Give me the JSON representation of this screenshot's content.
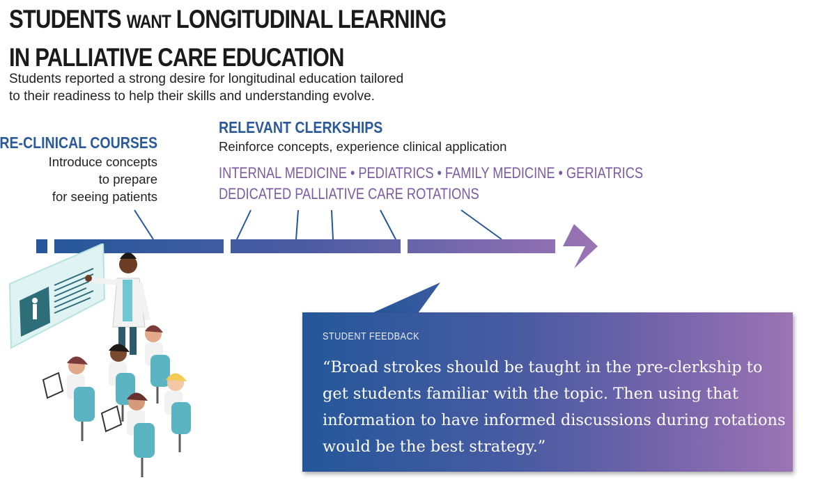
{
  "title": {
    "part1": "STUDENTS",
    "part2": "WANT",
    "part3": "LONGITUDINAL LEARNING",
    "line2": "IN PALLIATIVE CARE EDUCATION"
  },
  "subtitle": {
    "line1": "Students reported a strong desire for longitudinal education tailored",
    "line2": "to their readiness to help their skills and understanding evolve."
  },
  "preclinical": {
    "heading": "PRE-CLINICAL COURSES",
    "lines": [
      "Introduce concepts",
      "to prepare",
      "for seeing patients"
    ]
  },
  "clerkships": {
    "heading": "RELEVANT CLERKSHIPS",
    "description": "Reinforce concepts, experience clinical application",
    "rotations": [
      "INTERNAL MEDICINE",
      "PEDIATRICS",
      "FAMILY MEDICINE",
      "GERIATRICS"
    ],
    "separator": "•",
    "dedicated": "DEDICATED PALLIATIVE CARE ROTATIONS"
  },
  "feedback": {
    "label": "STUDENT FEEDBACK",
    "quote": "“Broad strokes should be taught in the pre-clerkship to get students familiar with the topic. Then using that information to have informed discussions during rotations would be the best strategy.”"
  },
  "colors": {
    "timeline_start": "#24579a",
    "timeline_end": "#9b74b4",
    "heading_blue": "#2a5a9a",
    "rotation_purple": "#7b5aa2"
  }
}
